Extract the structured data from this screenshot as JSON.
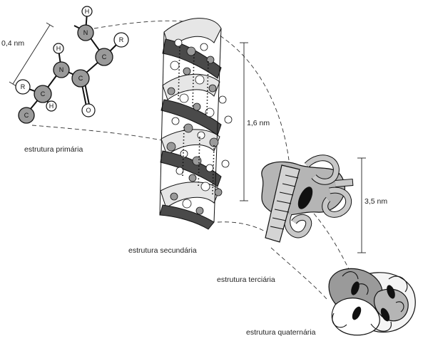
{
  "labels": {
    "primary": "estrutura primária",
    "secondary": "estrutura  secundária",
    "tertiary": "estrutura  terciária",
    "quaternary": "estrutura quaternária"
  },
  "dimensions": {
    "primary": "0,4 nm",
    "secondary": "1,6 nm",
    "tertiary": "3,5 nm"
  },
  "atoms": {
    "n_top": "N",
    "h_top": "H",
    "c_top": "C",
    "r_top": "R",
    "h_mid": "H",
    "n_mid": "N",
    "c_mid": "C",
    "o_mid": "O",
    "r_left": "R",
    "c_left": "C",
    "h_left": "H",
    "c_bottom": "C"
  },
  "colors": {
    "atom_gray": "#9a9a9a",
    "helix_dark": "#4a4a4a",
    "helix_light": "#e6e6e6",
    "ribbon_gray": "#b5b5b5"
  }
}
